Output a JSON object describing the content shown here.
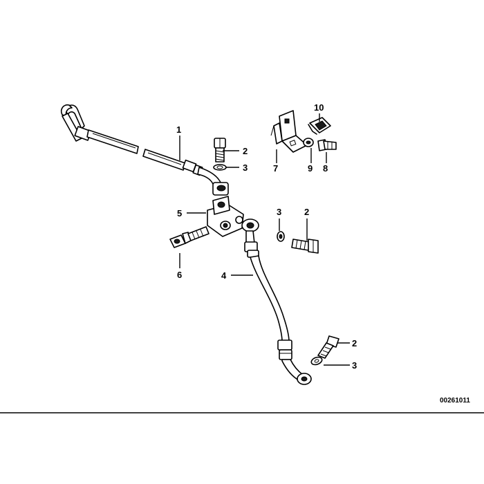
{
  "diagram": {
    "reference_number": "00261011",
    "callouts": [
      "1",
      "2",
      "3",
      "5",
      "3",
      "2",
      "6",
      "4",
      "2",
      "3",
      "7",
      "9",
      "8",
      "10"
    ]
  }
}
